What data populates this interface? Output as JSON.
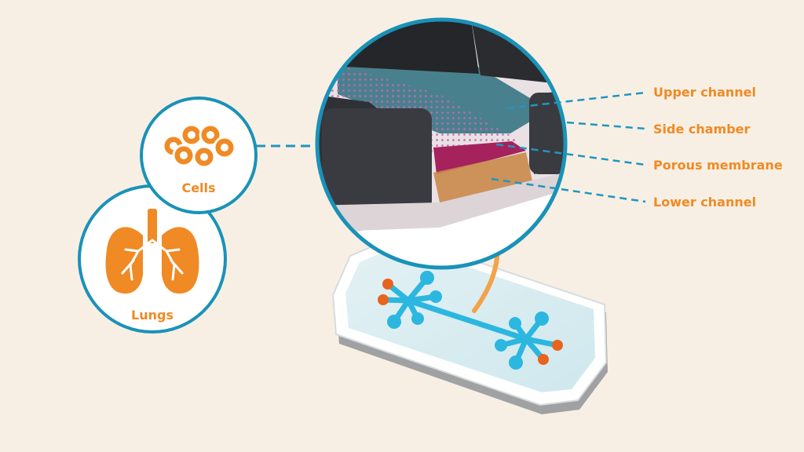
{
  "colors": {
    "background": "#f8efe4",
    "accent_orange": "#f08a24",
    "ring_blue": "#1a92b8",
    "dashed_blue": "#1f96bf",
    "chip_channel": "#2bb7e0",
    "chip_port": "#e8641e",
    "block_dark": "#303136",
    "membrane": "#a5225c",
    "lower_channel": "#c98a4a"
  },
  "circles": {
    "cells": {
      "label": "Cells",
      "icon": "cells-icon"
    },
    "lungs": {
      "label": "Lungs",
      "icon": "lungs-icon"
    }
  },
  "parts": [
    {
      "label": "Upper channel"
    },
    {
      "label": "Side chamber"
    },
    {
      "label": "Porous membrane"
    },
    {
      "label": "Lower channel"
    }
  ]
}
